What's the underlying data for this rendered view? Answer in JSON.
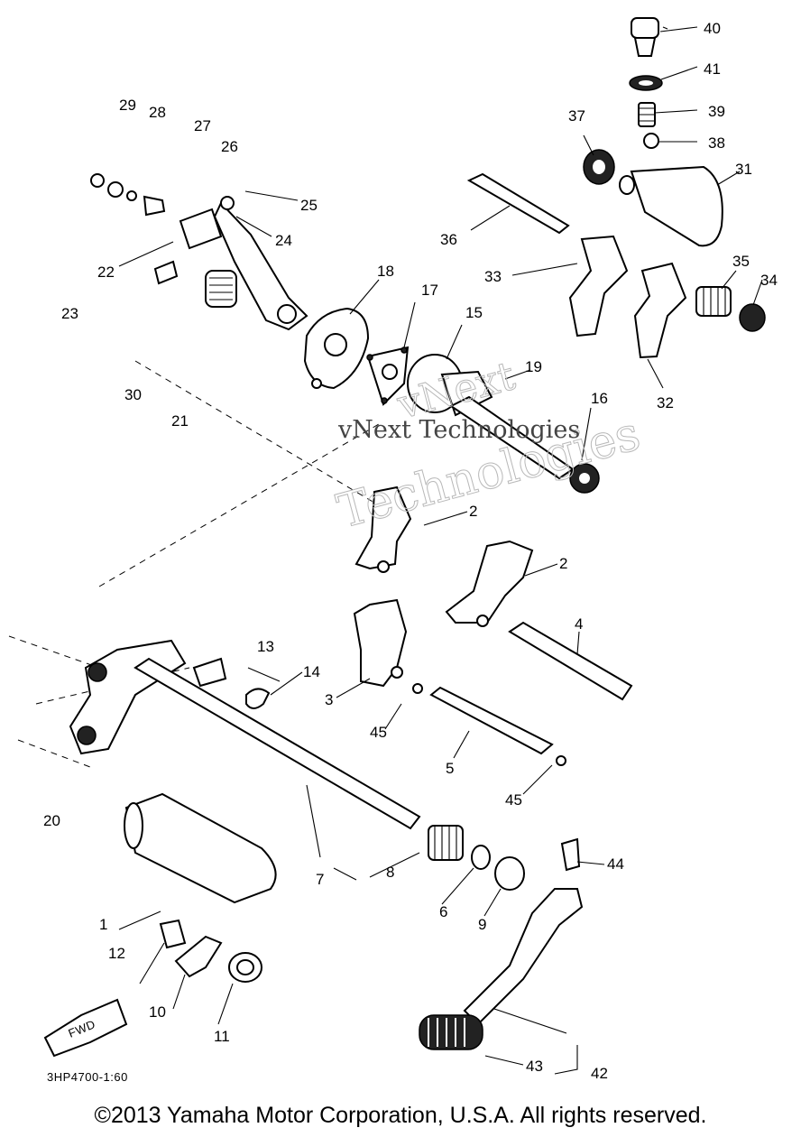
{
  "diagram": {
    "callouts": [
      "1",
      "2",
      "2",
      "3",
      "4",
      "5",
      "6",
      "7",
      "8",
      "9",
      "10",
      "11",
      "12",
      "13",
      "14",
      "15",
      "16",
      "17",
      "18",
      "19",
      "20",
      "21",
      "22",
      "23",
      "24",
      "25",
      "26",
      "27",
      "28",
      "29",
      "30",
      "31",
      "32",
      "33",
      "34",
      "35",
      "36",
      "37",
      "38",
      "39",
      "40",
      "41",
      "42",
      "43",
      "44",
      "45",
      "45"
    ],
    "drawing_code": "3HP4700-1:60",
    "direction_label": "FWD",
    "watermark": [
      "vNext",
      "Technologies",
      "vNext Technologies"
    ]
  },
  "footer": {
    "copyright": "©2013 Yamaha Motor Corporation, U.S.A. All rights reserved."
  }
}
